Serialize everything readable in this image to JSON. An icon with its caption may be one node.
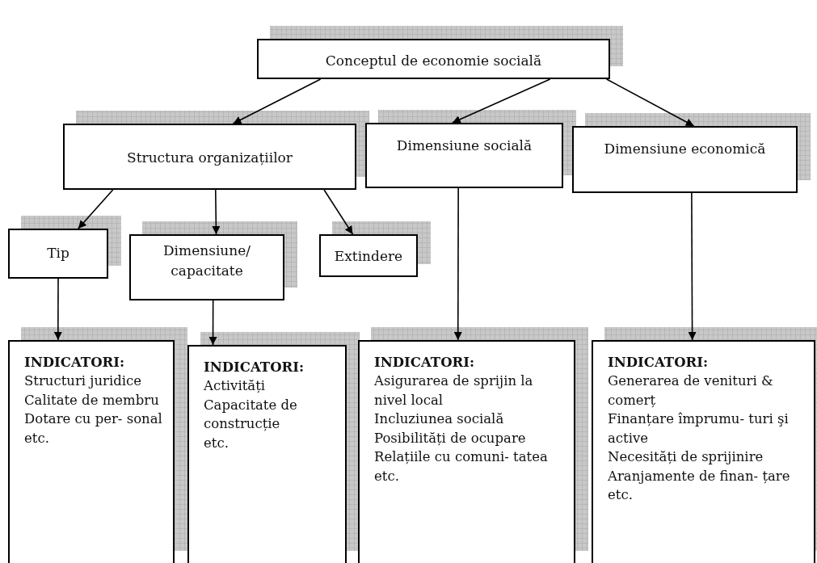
{
  "diagram": {
    "nodes": [
      {
        "text": [
          "Conceptul de economie socială"
        ]
      },
      {
        "text": [
          "Structura organizațiilor"
        ]
      },
      {
        "text": [
          "Dimensiune socială"
        ]
      },
      {
        "text": [
          "Dimensiune economică"
        ]
      },
      {
        "text": [
          "Tip"
        ]
      },
      {
        "text": [
          "Dimensiune/ capacitate"
        ]
      },
      {
        "text": [
          "Extindere"
        ]
      },
      {
        "text": [
          "INDICATORI:",
          "Structuri juridice",
          "Calitate de membru",
          "Dotare cu per- sonal",
          "etc."
        ]
      },
      {
        "text": [
          "INDICATORI:",
          "Activități",
          "Capacitate de construcție",
          "etc."
        ]
      },
      {
        "text": [
          "INDICATORI:",
          "Asigurarea de sprijin la nivel local",
          "Incluziunea socială",
          "Posibilități de ocupare",
          "Relațiile cu comuni- tatea etc."
        ]
      },
      {
        "text": [
          "INDICATORI:",
          "Generarea de venituri & comerț",
          "Finanțare împrumu- turi şi active",
          "Necesități de sprijinire",
          "Aranjamente de finan- țare etc."
        ]
      }
    ],
    "edges": [
      {
        "from": 0,
        "to": 1,
        "arrow": "to"
      },
      {
        "from": 0,
        "to": 2,
        "arrow": "to"
      },
      {
        "from": 0,
        "to": 3,
        "arrow": "to"
      },
      {
        "from": 1,
        "to": 4,
        "arrow": "to"
      },
      {
        "from": 1,
        "to": 5,
        "arrow": "to"
      },
      {
        "from": 1,
        "to": 6,
        "arrow": "to"
      },
      {
        "from": 4,
        "to": 7,
        "arrow": "to"
      },
      {
        "from": 5,
        "to": 8,
        "arrow": "to"
      },
      {
        "from": 2,
        "to": 9,
        "arrow": "to"
      },
      {
        "from": 3,
        "to": 10,
        "arrow": "to"
      }
    ]
  }
}
